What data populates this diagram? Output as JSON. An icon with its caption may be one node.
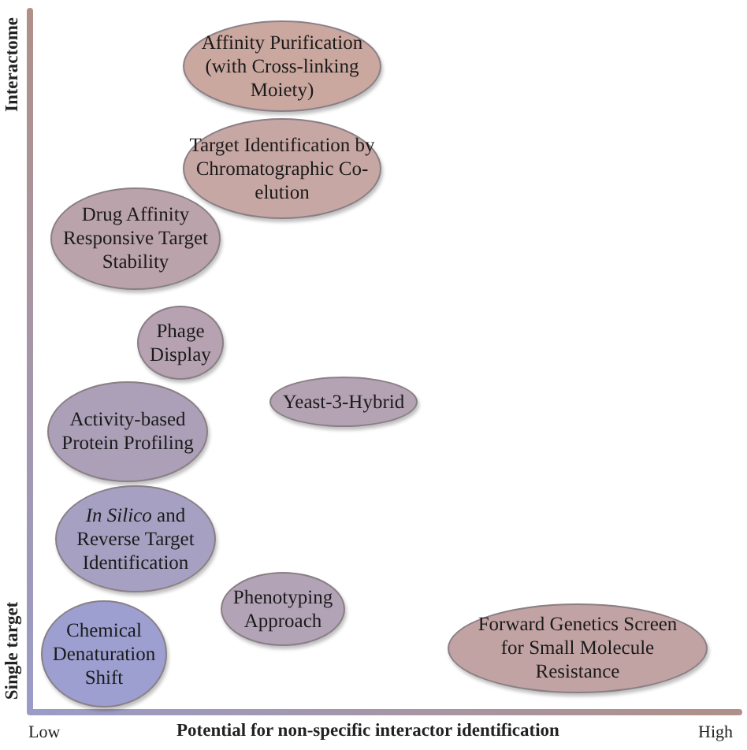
{
  "diagram": {
    "nodes": [
      {
        "text": [
          "Affinity Purification (with Cross-linking Moiety)"
        ]
      },
      {
        "text": [
          "Target Identification by Chromatographic Co-elution"
        ]
      },
      {
        "text": [
          "Drug Affinity Responsive Target Stability"
        ]
      },
      {
        "text": [
          "Phage Display"
        ]
      },
      {
        "text": [
          "Yeast-3-Hybrid"
        ]
      },
      {
        "text": [
          "Activity-based Protein Profiling"
        ]
      },
      {
        "text": [
          "*In Silico* and Reverse Target Identification"
        ]
      },
      {
        "text": [
          "Phenotyping Approach"
        ]
      },
      {
        "text": [
          "Chemical Denaturation Shift"
        ]
      },
      {
        "text": [
          "Forward Genetics Screen for Small Molecule Resistance"
        ]
      }
    ],
    "labels": [
      "Interactome",
      "Single target",
      "Low",
      "Potential for non-specific interactor identification",
      "High"
    ]
  }
}
